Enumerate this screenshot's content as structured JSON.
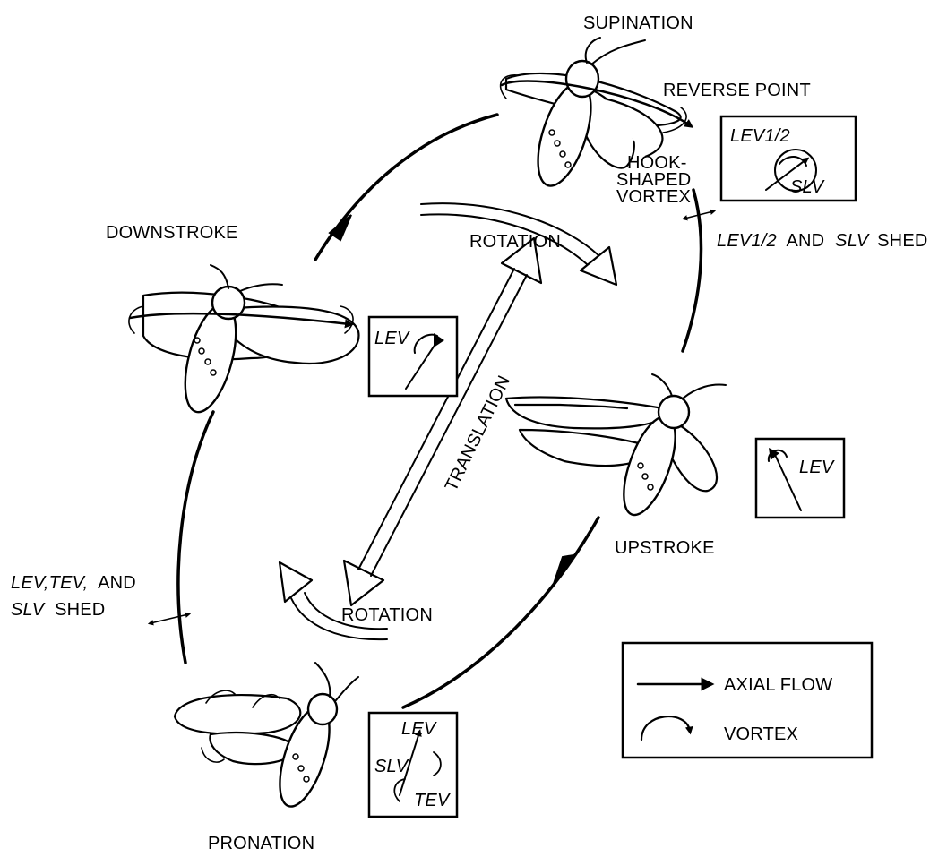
{
  "stages": {
    "supination": "SUPINATION",
    "downstroke": "DOWNSTROKE",
    "upstroke": "UPSTROKE",
    "pronation": "PRONATION"
  },
  "annotations": {
    "reverse_point": "REVERSE POINT",
    "hook_line1": "HOOK-",
    "hook_line2": "SHAPED",
    "hook_line3": "VORTEX",
    "rotation_top": "ROTATION",
    "rotation_bottom": "ROTATION",
    "translation": "TRANSLATION",
    "shed_top_a": "LEV1/2",
    "shed_top_b": "AND",
    "shed_top_c": "SLV",
    "shed_top_d": "SHED",
    "shed_left_a": "LEV,TEV,",
    "shed_left_b": "AND",
    "shed_left_c": "SLV",
    "shed_left_d": "SHED"
  },
  "insets": {
    "supination": {
      "lev": "LEV1/2",
      "slv": "SLV"
    },
    "downstroke": {
      "lev": "LEV"
    },
    "upstroke": {
      "lev": "LEV"
    },
    "pronation": {
      "lev": "LEV",
      "slv": "SLV",
      "tev": "TEV"
    }
  },
  "legend": {
    "axial_flow": "AXIAL FLOW",
    "vortex": "VORTEX"
  }
}
